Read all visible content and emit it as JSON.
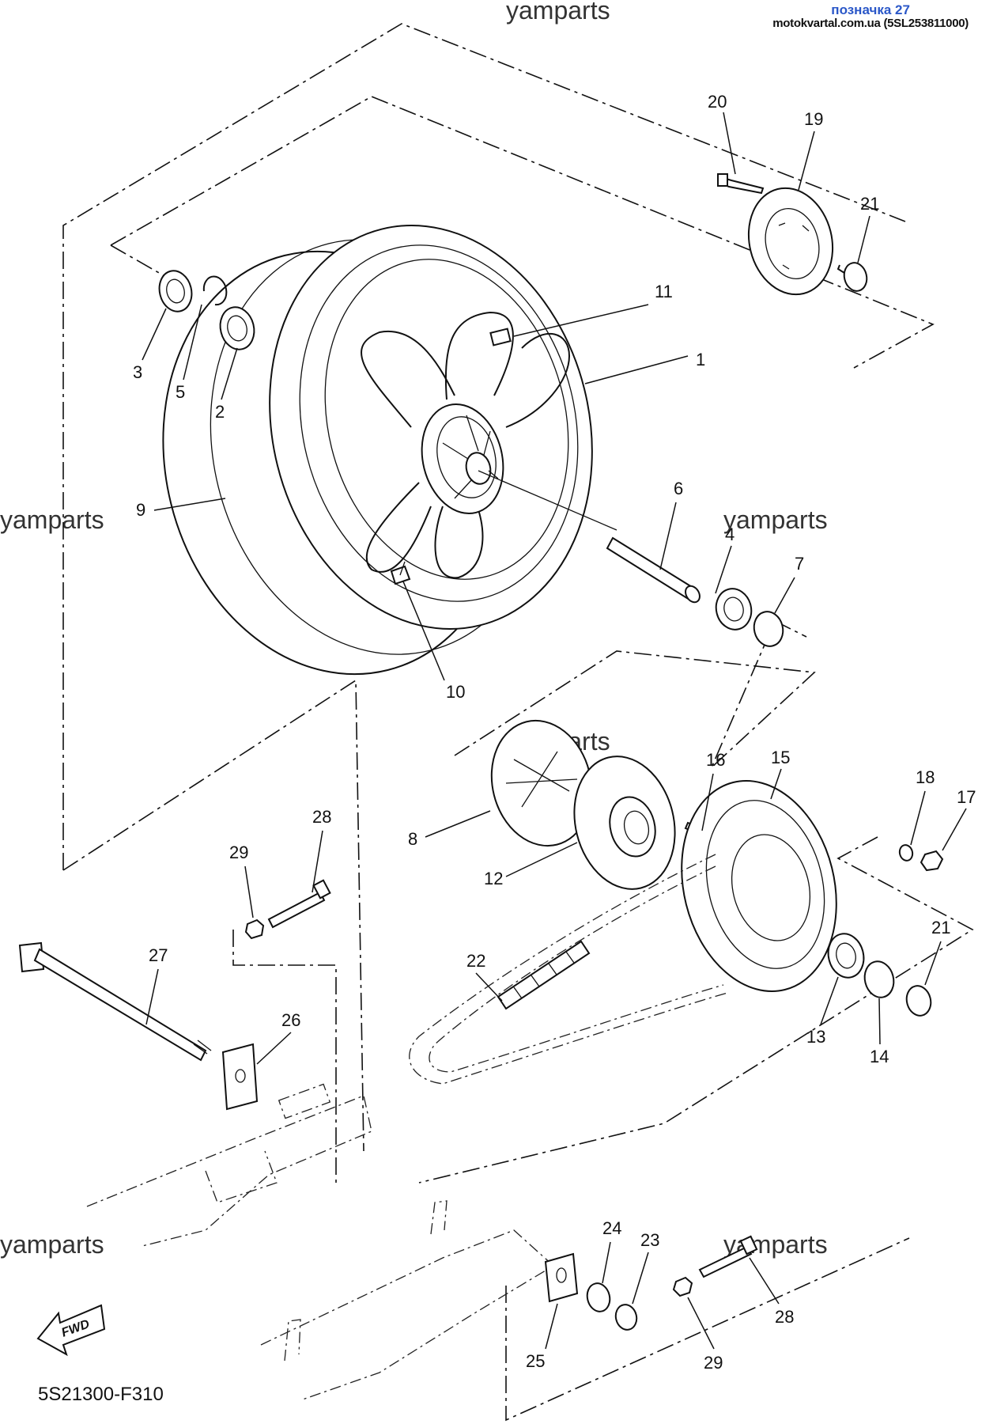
{
  "header": {
    "label": "позначка 27",
    "source": "motokvartal.com.ua (5SL253811000)"
  },
  "watermarks": [
    "yamparts",
    "yamparts",
    "yamparts",
    "yamparts",
    "yamparts",
    "yamparts"
  ],
  "fwd_label": "FWD",
  "diagram_code": "5S21300-F310",
  "callouts": [
    {
      "id": "c1",
      "text": "1"
    },
    {
      "id": "c2",
      "text": "2"
    },
    {
      "id": "c3",
      "text": "3"
    },
    {
      "id": "c4",
      "text": "4"
    },
    {
      "id": "c5",
      "text": "5"
    },
    {
      "id": "c6",
      "text": "6"
    },
    {
      "id": "c7",
      "text": "7"
    },
    {
      "id": "c8",
      "text": "8"
    },
    {
      "id": "c9",
      "text": "9"
    },
    {
      "id": "c10",
      "text": "10"
    },
    {
      "id": "c11",
      "text": "11"
    },
    {
      "id": "c12",
      "text": "12"
    },
    {
      "id": "c13",
      "text": "13"
    },
    {
      "id": "c14",
      "text": "14"
    },
    {
      "id": "c15",
      "text": "15"
    },
    {
      "id": "c16",
      "text": "16"
    },
    {
      "id": "c17",
      "text": "17"
    },
    {
      "id": "c18",
      "text": "18"
    },
    {
      "id": "c19",
      "text": "19"
    },
    {
      "id": "c20",
      "text": "20"
    },
    {
      "id": "c21a",
      "text": "21"
    },
    {
      "id": "c21b",
      "text": "21"
    },
    {
      "id": "c22",
      "text": "22"
    },
    {
      "id": "c23",
      "text": "23"
    },
    {
      "id": "c24",
      "text": "24"
    },
    {
      "id": "c25",
      "text": "25"
    },
    {
      "id": "c26",
      "text": "26"
    },
    {
      "id": "c27",
      "text": "27"
    },
    {
      "id": "c28a",
      "text": "28"
    },
    {
      "id": "c28b",
      "text": "28"
    },
    {
      "id": "c29a",
      "text": "29"
    },
    {
      "id": "c29b",
      "text": "29"
    }
  ]
}
